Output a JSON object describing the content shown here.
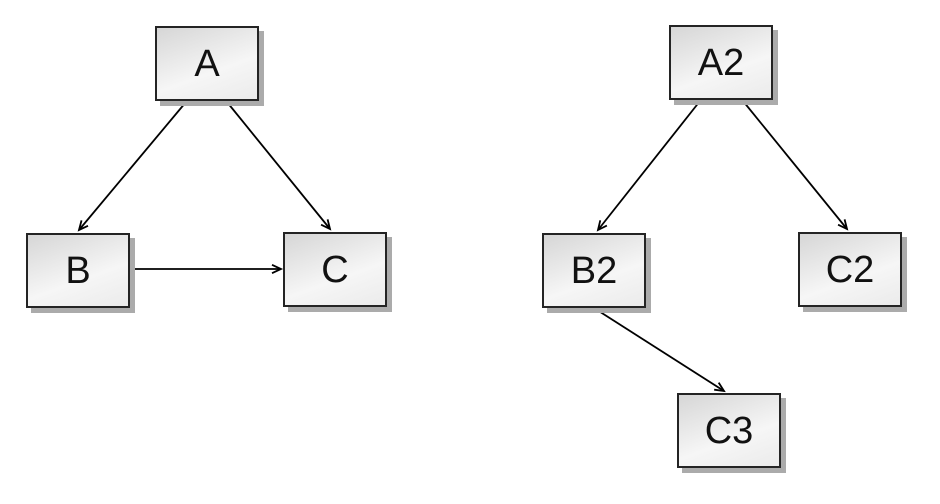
{
  "diagram": {
    "description": "Two directed graphs drawn as gray gradient boxes with drop shadows connected by black open-vee arrows",
    "colors": {
      "background": "#ffffff",
      "node_fill_dark": "#d6d6d6",
      "node_fill_light": "#f6f6f6",
      "node_border": "#242424",
      "node_shadow": "#ababab",
      "edge": "#000000",
      "label_text": "#111111"
    },
    "graphs": [
      {
        "name": "left-graph",
        "nodes": [
          {
            "id": "A",
            "label": "A"
          },
          {
            "id": "B",
            "label": "B"
          },
          {
            "id": "C",
            "label": "C"
          }
        ],
        "edges": [
          {
            "from": "A",
            "to": "B"
          },
          {
            "from": "A",
            "to": "C"
          },
          {
            "from": "B",
            "to": "C"
          }
        ]
      },
      {
        "name": "right-graph",
        "nodes": [
          {
            "id": "A2",
            "label": "A2"
          },
          {
            "id": "B2",
            "label": "B2"
          },
          {
            "id": "C2",
            "label": "C2"
          },
          {
            "id": "C3",
            "label": "C3"
          }
        ],
        "edges": [
          {
            "from": "A2",
            "to": "B2"
          },
          {
            "from": "A2",
            "to": "C2"
          },
          {
            "from": "B2",
            "to": "C3"
          }
        ]
      }
    ]
  }
}
